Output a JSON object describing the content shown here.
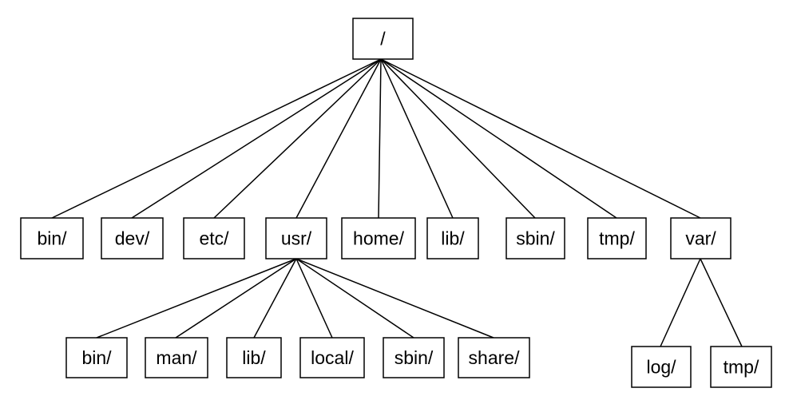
{
  "tree": {
    "root": {
      "label": "/"
    },
    "level1": [
      {
        "label": "bin/"
      },
      {
        "label": "dev/"
      },
      {
        "label": "etc/"
      },
      {
        "label": "usr/"
      },
      {
        "label": "home/"
      },
      {
        "label": "lib/"
      },
      {
        "label": "sbin/"
      },
      {
        "label": "tmp/"
      },
      {
        "label": "var/"
      }
    ],
    "usr_children": [
      {
        "label": "bin/"
      },
      {
        "label": "man/"
      },
      {
        "label": "lib/"
      },
      {
        "label": "local/"
      },
      {
        "label": "sbin/"
      },
      {
        "label": "share/"
      }
    ],
    "var_children": [
      {
        "label": "log/"
      },
      {
        "label": "tmp/"
      }
    ]
  }
}
